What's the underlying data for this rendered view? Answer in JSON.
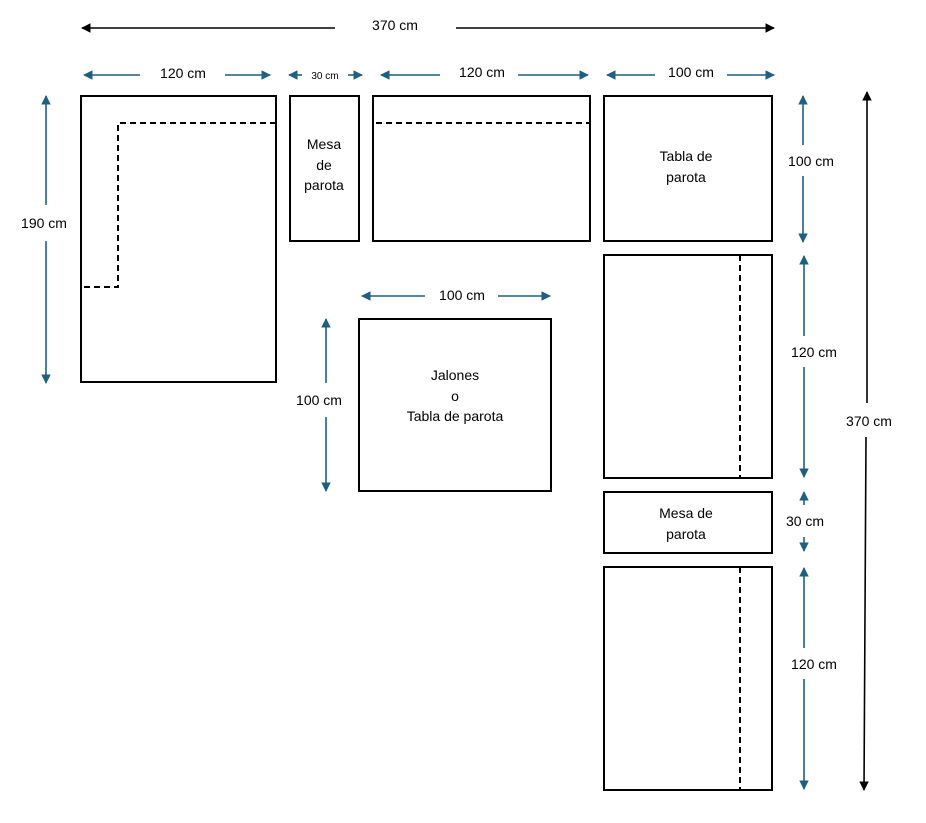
{
  "colors": {
    "dimension_blue": "#1f5f7f",
    "dimension_black": "#000000",
    "outline": "#000000"
  },
  "dimensions": {
    "total_width": "370 cm",
    "top_a": "120 cm",
    "top_b": "30 cm",
    "top_c": "120 cm",
    "top_d": "100 cm",
    "left_height": "190 cm",
    "mid_width": "100 cm",
    "mid_height": "100 cm",
    "right_a": "100 cm",
    "right_b": "120 cm",
    "right_c": "30 cm",
    "right_d": "120 cm",
    "total_height": "370 cm"
  },
  "labels": {
    "mesa_small": [
      "Mesa",
      "de",
      "parota"
    ],
    "tabla_top_right": [
      "Tabla de",
      "parota"
    ],
    "jalones": [
      "Jalones",
      "o",
      "Tabla de parota"
    ],
    "mesa_right": [
      "Mesa de",
      "parota"
    ]
  }
}
